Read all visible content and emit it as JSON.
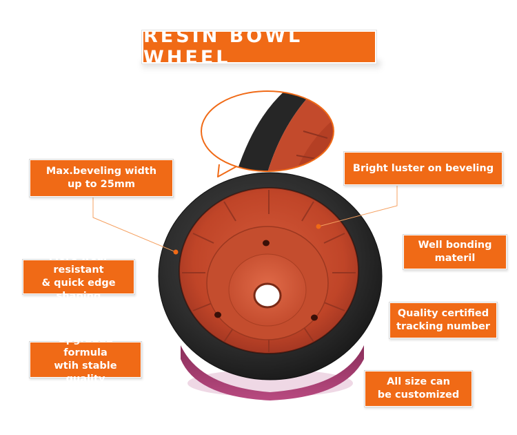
{
  "title": "RESIN BOWL WHEEL",
  "features": {
    "beveling_width": {
      "line1": "Max.beveling width",
      "line2": "up to 25mm"
    },
    "bright_luster": {
      "line1": "Bright luster on beveling"
    },
    "wear_resistant": {
      "line1": "More wear resistant",
      "line2": "& quick edge shaping"
    },
    "well_bonding": {
      "line1": "Well bonding",
      "line2": "materil"
    },
    "quality_certified": {
      "line1": "Quality certified",
      "line2": "tracking number"
    },
    "upgraded_formula": {
      "line1": "Upgraded formula",
      "line2": "wtih stable quality"
    },
    "all_size": {
      "line1": "All size can",
      "line2": "be customized"
    }
  },
  "colors": {
    "label_orange": "#f06a16",
    "wheel_rim": "#2b2b2b",
    "wheel_core": "#c9472e",
    "pointer_line": "#f5a060"
  }
}
